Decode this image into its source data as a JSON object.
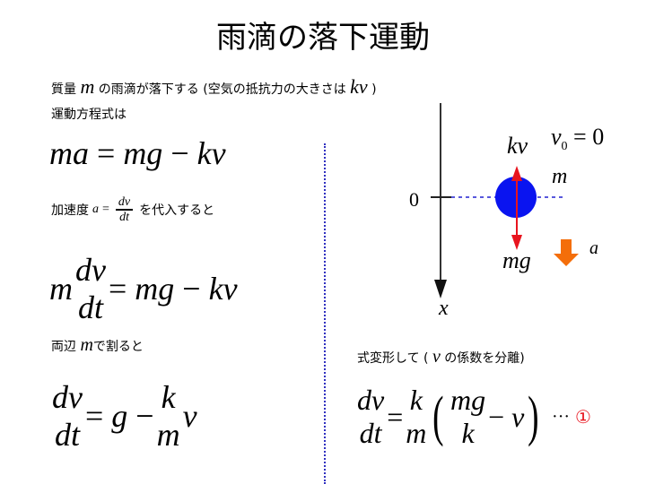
{
  "title": "雨滴の落下運動",
  "intro": {
    "pre": "質量",
    "m": "m",
    "post": "の雨滴が落下する (空気の抵抗力の大きさは",
    "kv": "kv",
    "close": ")"
  },
  "line2": "運動方程式は",
  "eq1": {
    "lhs": "ma",
    "rhs1": "mg",
    "op": "−",
    "rhs2": "kv",
    "eq": "="
  },
  "subst": {
    "pre": "加速度",
    "a": "a",
    "num": "dv",
    "den": "dt",
    "post": "を代入すると"
  },
  "eq2": {
    "m": "m",
    "num": "dv",
    "den": "dt",
    "rhs1": "mg",
    "rhs2": "kv"
  },
  "divide": {
    "pre": "両辺",
    "m": "m",
    "post": "で割ると"
  },
  "eq3": {
    "num": "dv",
    "den": "dt",
    "g": "g",
    "knum": "k",
    "kden": "m",
    "v": "v"
  },
  "transform": {
    "pre": "式変形して (",
    "v": "v",
    "post": "の係数を分離)"
  },
  "eq4": {
    "num": "dv",
    "den": "dt",
    "knum": "k",
    "kden": "m",
    "mgnum": "mg",
    "mgden": "k",
    "v": "v",
    "dots": "···",
    "label": "①"
  },
  "diagram": {
    "v0": "v",
    "v0sub": "0",
    "v0eq": "= 0",
    "kv": "kv",
    "m": "m",
    "zero": "0",
    "mg": "mg",
    "a": "a",
    "x": "x"
  },
  "colors": {
    "drop": "#0a14f0",
    "force": "#e8141e",
    "accel": "#f46e0a",
    "divider": "#3030c0"
  }
}
